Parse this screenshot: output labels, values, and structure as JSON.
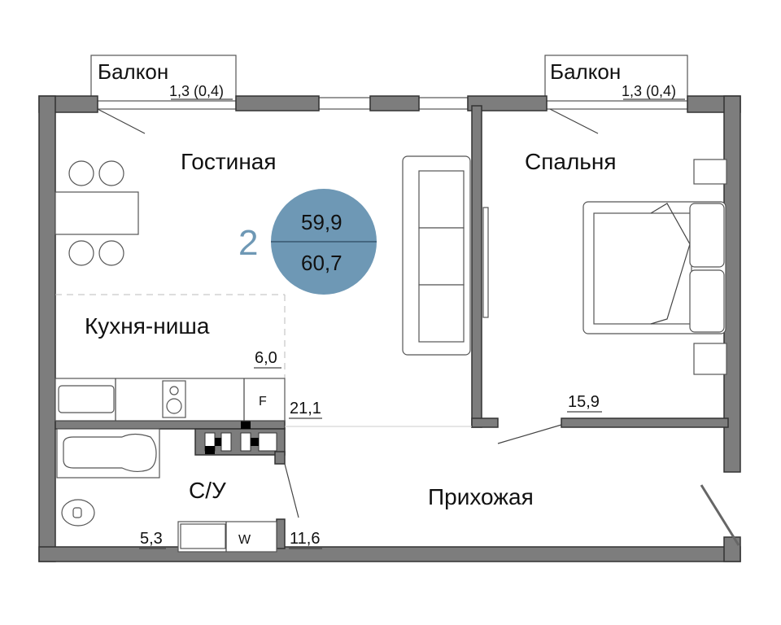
{
  "apartment": {
    "rooms_count": "2",
    "living_area": "59,9",
    "total_area": "60,7",
    "badge_color": "#6e98b5"
  },
  "rooms": {
    "balcony_left": {
      "label": "Балкон",
      "area": "1,3 (0,4)"
    },
    "balcony_right": {
      "label": "Балкон",
      "area": "1,3 (0,4)"
    },
    "living": {
      "label": "Гостиная",
      "area": "21,1"
    },
    "bedroom": {
      "label": "Спальня",
      "area": "15,9"
    },
    "kitchen": {
      "label": "Кухня-ниша",
      "area": "6,0"
    },
    "bathroom": {
      "label": "С/У",
      "area": "5,3"
    },
    "hallway": {
      "label": "Прихожая",
      "area": "11,6"
    }
  },
  "fixtures": {
    "fridge": "F",
    "washer": "W"
  }
}
